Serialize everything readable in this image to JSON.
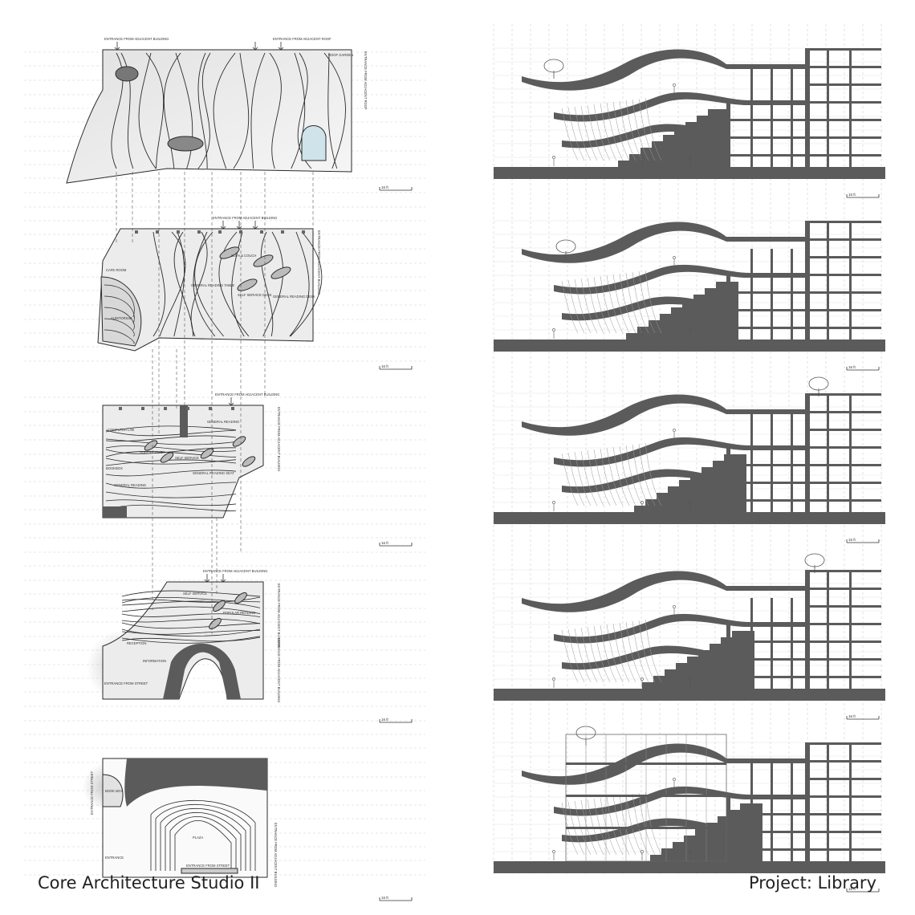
{
  "sheet": {
    "title_left": "Core Architecture Studio II",
    "title_right": "Project: Library"
  },
  "plans": [
    {
      "id": "roof",
      "labels": [
        "ENTRANCE FROM ADJACENT BUILDING",
        "ENTRANCE FROM ADJACENT ROOF",
        "ROOF GARDEN",
        "ENTRANCE FROM ADJACENT ROOF"
      ],
      "scale": "16 ft"
    },
    {
      "id": "level-4",
      "labels": [
        "ENTRANCE FROM ADJACENT BUILDING",
        "ENTRANCE FROM ADJACENT BUILDING",
        "SOFA & COUCH",
        "GENERAL READING TABLE",
        "SELF SERVICE DESK",
        "GENERAL READING DESK",
        "AUDITORIUM",
        "CAFE ROOM"
      ],
      "scale": "16 ft"
    },
    {
      "id": "level-3",
      "labels": [
        "ENTRANCE FROM ADJACENT BUILDING",
        "ENTRANCE FROM ADJACENT BUILDING",
        "COMPUTER LAB",
        "GENERAL READING",
        "SOFA & COUCH",
        "SELF SERVICE",
        "GENERAL READING SEAT",
        "GENERAL READING",
        "BOOKBOX"
      ],
      "scale": "16 ft"
    },
    {
      "id": "level-2",
      "labels": [
        "ENTRANCE FROM ADJACENT BUILDING",
        "ENTRANCE FROM ADJACENT BUILDING",
        "ENTRANCE FROM ADJACENT BUILDING",
        "SELF SERVICE",
        "POPULAR READING",
        "RECEPTION",
        "INFORMATION",
        "ENTRANCE FROM STREET"
      ],
      "scale": "16 ft"
    },
    {
      "id": "level-1",
      "labels": [
        "ENTRANCE FROM STREET",
        "BOOK BOX",
        "PLAZA",
        "ENTRANCE",
        "ENTRANCE FROM STREET",
        "ENTRANCE FROM ADJACENT BUILDING"
      ],
      "scale": "16 ft"
    }
  ],
  "sections": [
    {
      "id": "section-1",
      "scale": "16 ft"
    },
    {
      "id": "section-2",
      "scale": "16 ft"
    },
    {
      "id": "section-3",
      "scale": "16 ft"
    },
    {
      "id": "section-4",
      "scale": "16 ft"
    },
    {
      "id": "section-5",
      "scale": "16 ft"
    }
  ],
  "colors": {
    "solid": "#5b5b5b",
    "line": "#2a2a2a",
    "plan_fill": "#ececec",
    "grid": "#c9c9c9"
  }
}
